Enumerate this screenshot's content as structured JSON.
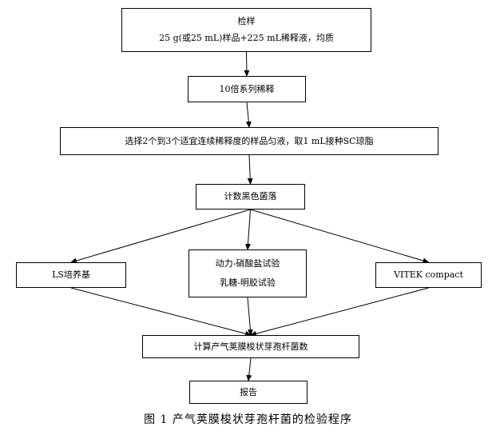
{
  "diagram": {
    "nodes": {
      "sample": {
        "title": "检样",
        "detail": "25 g(或25 mL)样品+225 mL稀释液，均质"
      },
      "dilution": {
        "title": "10倍系列稀释"
      },
      "select": {
        "title": "选择2个到3个适宜连续稀释度的样品匀液，取1 mL接种SC琼脂"
      },
      "count": {
        "title": "计数黑色菌落"
      },
      "ls": {
        "title": "LS培养基"
      },
      "motility": {
        "title": "动力-硝酸盐试验",
        "detail": "乳糖-明胶试验"
      },
      "vitek": {
        "title": "VITEK  compact"
      },
      "calc": {
        "title": "计算产气荚膜梭状芽孢杆菌数"
      },
      "report": {
        "title": "报告"
      }
    },
    "edges": [
      [
        "sample",
        "dilution"
      ],
      [
        "dilution",
        "select"
      ],
      [
        "select",
        "count"
      ],
      [
        "count",
        "ls"
      ],
      [
        "count",
        "motility"
      ],
      [
        "count",
        "vitek"
      ],
      [
        "ls",
        "calc"
      ],
      [
        "motility",
        "calc"
      ],
      [
        "vitek",
        "calc"
      ],
      [
        "calc",
        "report"
      ]
    ],
    "caption": "图 1   产气荚膜梭状芽孢杆菌的检验程序",
    "line_color": "#000000"
  }
}
